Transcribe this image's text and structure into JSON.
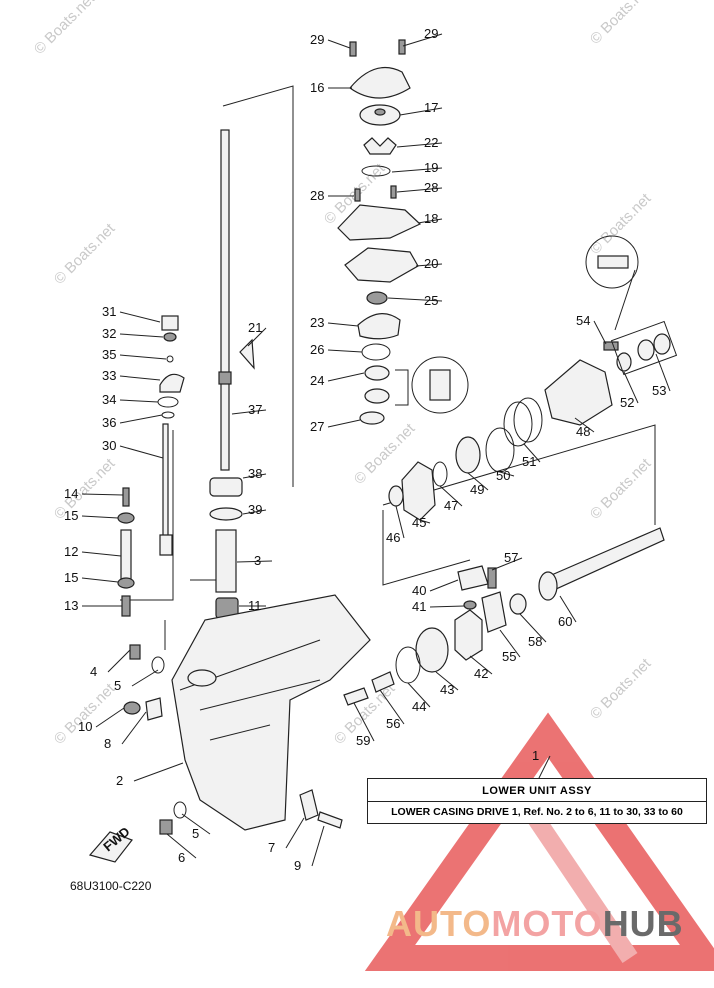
{
  "diagram_code": "68U3100-C220",
  "assembly": {
    "title": "LOWER UNIT ASSY",
    "description": "LOWER CASING DRIVE 1, Ref. No. 2 to 6, 11 to 30, 33 to 60"
  },
  "watermark_text": "© Boats.net",
  "fwd_label": "FWD",
  "brand": {
    "part1": "AUTO",
    "part2": "MOTO",
    "part3": "HUB"
  },
  "colors": {
    "logo_red": "#e85a5a",
    "logo_orange": "#f0a060",
    "logo_gray": "#5a5a5a"
  },
  "callouts": [
    {
      "label": "29"
    },
    {
      "label": "29"
    },
    {
      "label": "16"
    },
    {
      "label": "17"
    },
    {
      "label": "22"
    },
    {
      "label": "19"
    },
    {
      "label": "28"
    },
    {
      "label": "28"
    },
    {
      "label": "18"
    },
    {
      "label": "20"
    },
    {
      "label": "25"
    },
    {
      "label": "23"
    },
    {
      "label": "26"
    },
    {
      "label": "24"
    },
    {
      "label": "27"
    },
    {
      "label": "21"
    },
    {
      "label": "37"
    },
    {
      "label": "38"
    },
    {
      "label": "39"
    },
    {
      "label": "3"
    },
    {
      "label": "11"
    },
    {
      "label": "31"
    },
    {
      "label": "32"
    },
    {
      "label": "35"
    },
    {
      "label": "33"
    },
    {
      "label": "34"
    },
    {
      "label": "36"
    },
    {
      "label": "30"
    },
    {
      "label": "14"
    },
    {
      "label": "15"
    },
    {
      "label": "12"
    },
    {
      "label": "15"
    },
    {
      "label": "13"
    },
    {
      "label": "4"
    },
    {
      "label": "5"
    },
    {
      "label": "10"
    },
    {
      "label": "8"
    },
    {
      "label": "2"
    },
    {
      "label": "5"
    },
    {
      "label": "6"
    },
    {
      "label": "7"
    },
    {
      "label": "9"
    },
    {
      "label": "54"
    },
    {
      "label": "53"
    },
    {
      "label": "52"
    },
    {
      "label": "48"
    },
    {
      "label": "51"
    },
    {
      "label": "50"
    },
    {
      "label": "49"
    },
    {
      "label": "47"
    },
    {
      "label": "45"
    },
    {
      "label": "46"
    },
    {
      "label": "57"
    },
    {
      "label": "40"
    },
    {
      "label": "41"
    },
    {
      "label": "60"
    },
    {
      "label": "58"
    },
    {
      "label": "55"
    },
    {
      "label": "42"
    },
    {
      "label": "43"
    },
    {
      "label": "44"
    },
    {
      "label": "56"
    },
    {
      "label": "59"
    },
    {
      "label": "1"
    }
  ]
}
